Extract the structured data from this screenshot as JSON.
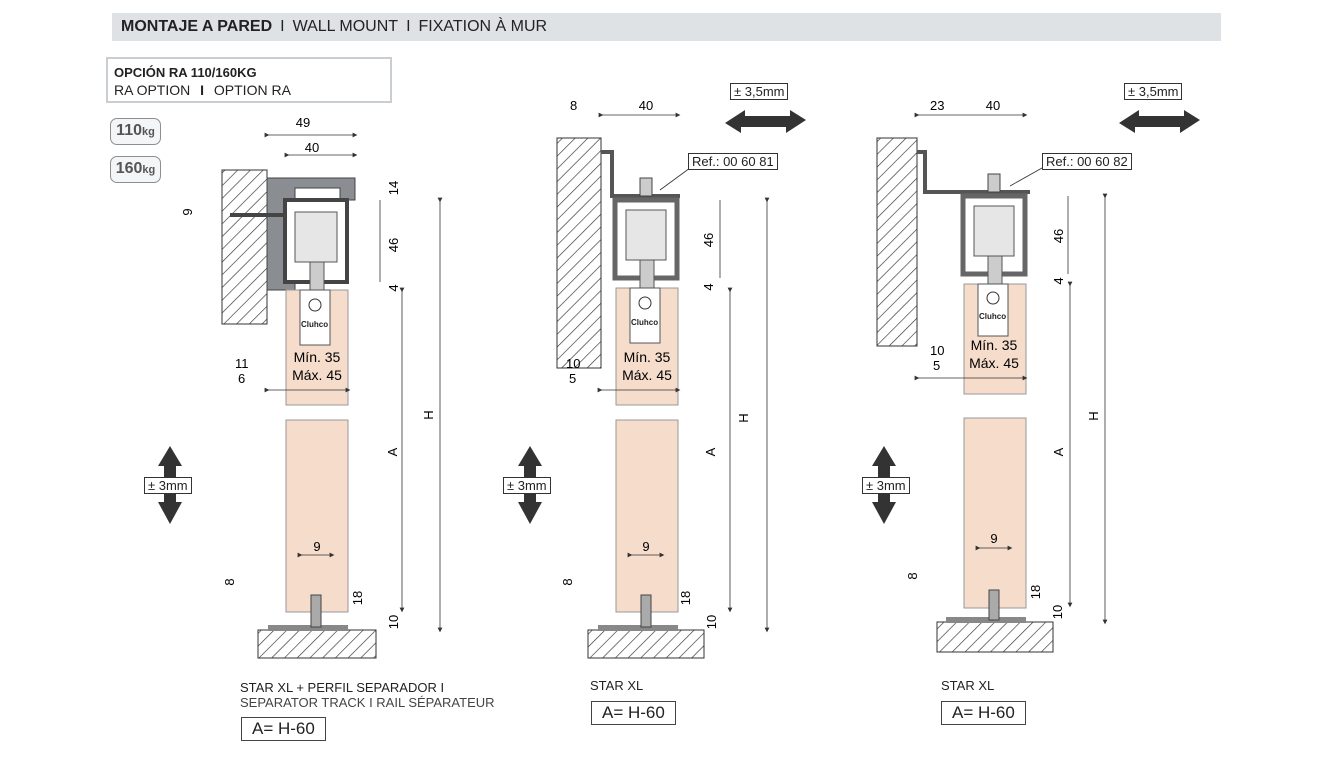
{
  "header": {
    "title_es": "MONTAJE A PARED",
    "title_en": "WALL MOUNT",
    "title_fr": "FIXATION À MUR",
    "separator": "I"
  },
  "option": {
    "line1": "OPCIÓN RA 110/160KG",
    "line2_en": "RA OPTION",
    "separator": "I",
    "line2_fr": "OPTION RA"
  },
  "weights": [
    {
      "value": "110",
      "unit": "kg"
    },
    {
      "value": "160",
      "unit": "kg"
    }
  ],
  "diagrams": [
    {
      "caption_line1": "STAR XL + PERFIL SEPARADOR I",
      "caption_line2": "SEPARATOR TRACK I RAIL SÉPARATEUR",
      "formula": "A= H-60",
      "dims": {
        "top_outer": "49",
        "top_inner": "40",
        "wall_gap": "9",
        "d14": "14",
        "d46": "46",
        "d4": "4",
        "d11": "11",
        "d6": "6",
        "d9": "9",
        "d8": "8",
        "d18": "18",
        "d10": "10",
        "A": "A",
        "H": "H"
      },
      "door_text": {
        "min": "Mín. 35",
        "max": "Máx. 45"
      },
      "vertical_adjust": "± 3mm",
      "reference": ""
    },
    {
      "caption_line1": "STAR XL",
      "caption_line2": "",
      "formula": "A= H-60",
      "dims": {
        "top_left": "8",
        "top_inner": "40",
        "d46": "46",
        "d4": "4",
        "d10a": "10",
        "d5": "5",
        "d9": "9",
        "d8": "8",
        "d18": "18",
        "d10": "10",
        "A": "A",
        "H": "H"
      },
      "door_text": {
        "min": "Mín. 35",
        "max": "Máx. 45"
      },
      "vertical_adjust": "± 3mm",
      "horizontal_adjust": "± 3,5mm",
      "reference": "Ref.: 00 60 81"
    },
    {
      "caption_line1": "STAR XL",
      "caption_line2": "",
      "formula": "A= H-60",
      "dims": {
        "top_left": "23",
        "top_inner": "40",
        "d46": "46",
        "d4": "4",
        "d10a": "10",
        "d5": "5",
        "d9": "9",
        "d8": "8",
        "d18": "18",
        "d10": "10",
        "A": "A",
        "H": "H"
      },
      "door_text": {
        "min": "Mín. 35",
        "max": "Máx. 45"
      },
      "vertical_adjust": "± 3mm",
      "horizontal_adjust": "± 3,5mm",
      "reference": "Ref.: 00 60 82"
    }
  ],
  "brand_mark": "Cluhco",
  "colors": {
    "header_bg": "#dfe2e5",
    "door": "#f5dccb",
    "profile": "#7b7e82",
    "line": "#333333"
  }
}
